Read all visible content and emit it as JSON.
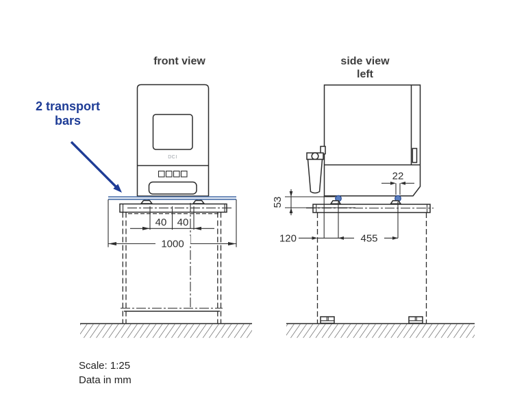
{
  "drawing": {
    "front_view": {
      "title": "front view",
      "dim_bar_left": "40",
      "dim_bar_right": "40",
      "dim_total_width": "1000"
    },
    "side_view": {
      "title_line1": "side view",
      "title_line2": "left",
      "dim_foot_width": "22",
      "dim_bar_height": "53",
      "dim_front_offset": "120",
      "dim_wheel_spacing": "455"
    },
    "machine_logo": "DCI",
    "annotation": {
      "line1": "2 transport",
      "line2": "bars"
    },
    "footer": {
      "scale": "Scale: 1:25",
      "units": "Data in mm"
    },
    "colors": {
      "annotation_blue": "#1e3c96",
      "bar_blue": "#4a6fa8",
      "bar_fill": "#e3eaf5",
      "wheel_blue": "#5b7fc0"
    }
  }
}
